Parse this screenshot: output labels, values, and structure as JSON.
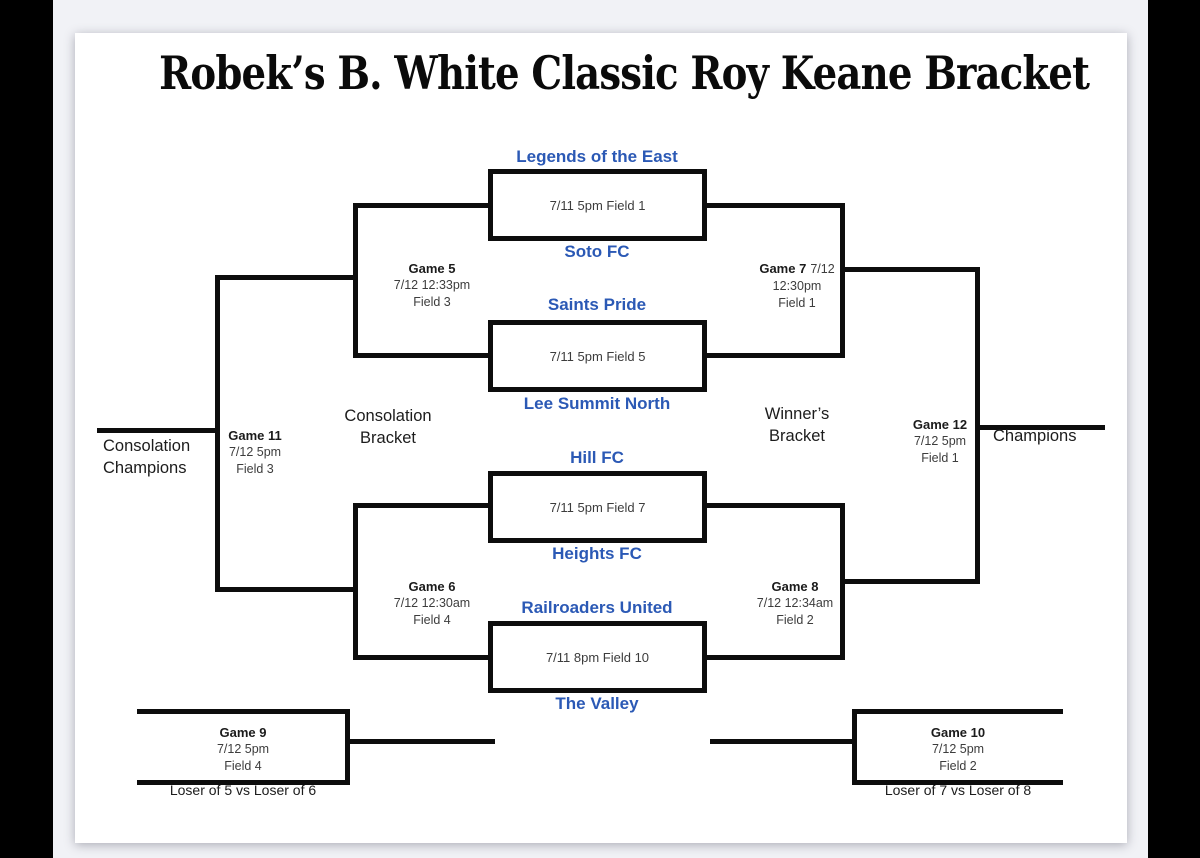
{
  "title": "Robek’s B. White Classic Roy Keane Bracket",
  "colors": {
    "team_blue": "#2b59b5",
    "line_black": "#0d0d0d",
    "page_gray": "#f1f2f6",
    "bar_black": "#000000"
  },
  "matches": [
    {
      "top_team": "Legends of the East",
      "detail": "7/11 5pm Field 1",
      "bottom_team": "Soto FC"
    },
    {
      "top_team": "Saints Pride",
      "detail": "7/11 5pm Field 5",
      "bottom_team": "Lee Summit North"
    },
    {
      "top_team": "Hill FC",
      "detail": "7/11 5pm Field 7",
      "bottom_team": "Heights FC"
    },
    {
      "top_team": "Railroaders United",
      "detail": "7/11 8pm Field 10",
      "bottom_team": "The Valley"
    }
  ],
  "games": {
    "g5": {
      "name": "Game 5",
      "datetime": "7/12 12:33pm",
      "field": "Field 3"
    },
    "g6": {
      "name": "Game 6",
      "datetime": "7/12 12:30am",
      "field": "Field 4"
    },
    "g7": {
      "name": "Game 7",
      "date": "7/12",
      "time": "12:30pm",
      "field": "Field 1"
    },
    "g8": {
      "name": "Game 8",
      "datetime": "7/12 12:34am",
      "field": "Field 2"
    },
    "g9": {
      "name": "Game 9",
      "datetime": "7/12 5pm",
      "field": "Field 4"
    },
    "g10": {
      "name": "Game 10",
      "datetime": "7/12 5pm",
      "field": "Field 2"
    },
    "g11": {
      "name": "Game 11",
      "datetime": "7/12 5pm",
      "field": "Field 3"
    },
    "g12": {
      "name": "Game 12",
      "datetime": "7/12 5pm",
      "field": "Field 1"
    }
  },
  "labels": {
    "consolation_bracket": "Consolation\nBracket",
    "winners_bracket": "Winner’s\nBracket",
    "consolation_champions": "Consolation\nChampions",
    "champions": "Champions",
    "loser_left": "Loser of 5 vs Loser of 6",
    "loser_right": "Loser of 7 vs Loser of 8"
  }
}
